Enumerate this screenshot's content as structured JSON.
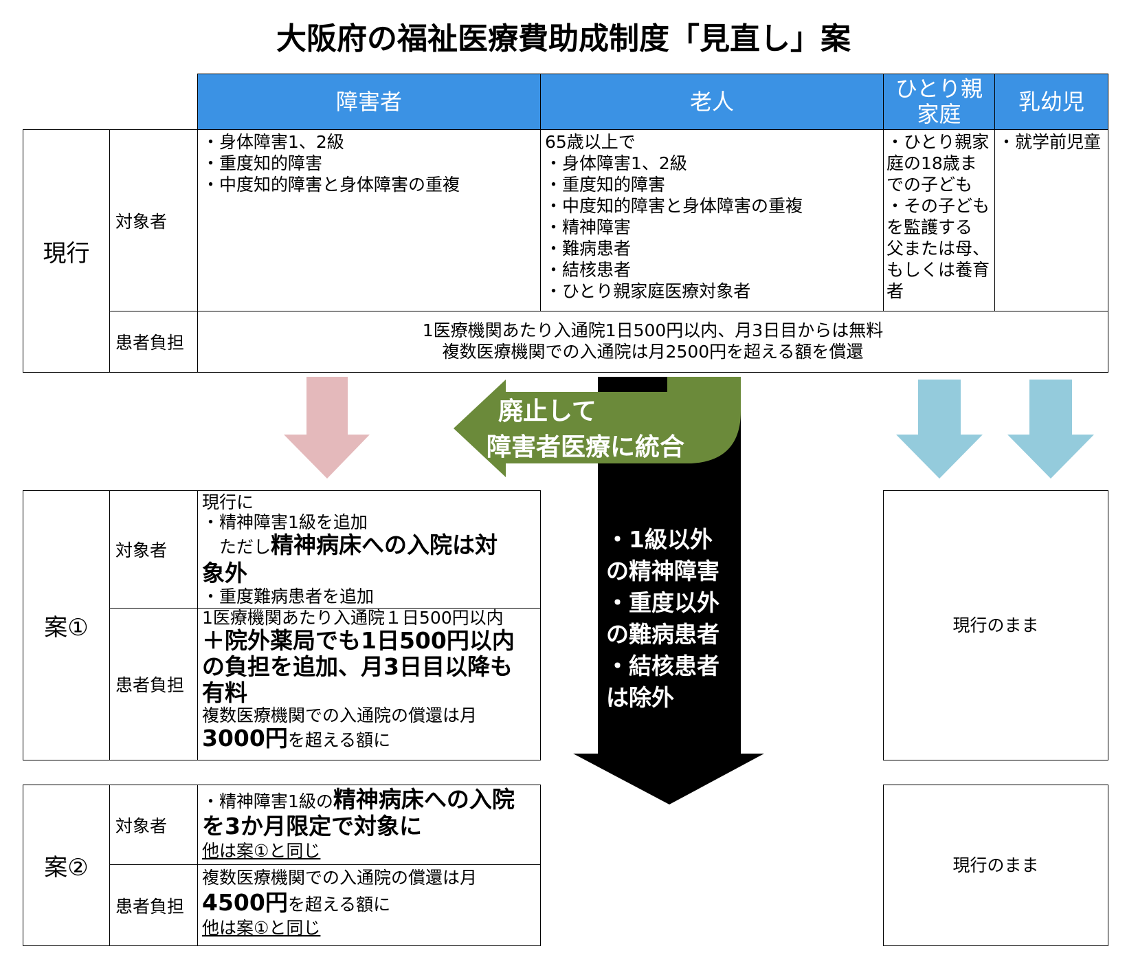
{
  "title": "大阪府の福祉医療費助成制度「見直し」案",
  "headers": {
    "disabled": "障害者",
    "elderly": "老人",
    "single_parent_1": "ひとり親",
    "single_parent_2": "家庭",
    "infant": "乳幼児"
  },
  "current": {
    "label": "現行",
    "target_label": "対象者",
    "burden_label": "患者負担",
    "disabled_lines": [
      "・身体障害1、2級",
      "・重度知的障害",
      "・中度知的障害と身体障害の重複"
    ],
    "elderly_lines": [
      "65歳以上で",
      "・身体障害1、2級",
      "・重度知的障害",
      "・中度知的障害と身体障害の重複",
      "・精神障害",
      "・難病患者",
      "・結核患者",
      "・ひとり親家庭医療対象者"
    ],
    "single_parent_lines": [
      "・ひとり親家",
      "庭の18歳ま",
      "での子ども",
      "・その子ども",
      "を監護する",
      "父または母、",
      "もしくは養育",
      "者"
    ],
    "infant_lines": [
      "・就学前児童"
    ],
    "burden_line1": "1医療機関あたり入通院1日500円以内、月3日目からは無料",
    "burden_line2": "複数医療機関での入通院は月2500円を超える額を償還"
  },
  "arrows": {
    "merge_line1": "廃止して",
    "merge_line2": "障害者医療に統合",
    "exclude_lines": [
      "・1級以外",
      "の精神障害",
      "・重度以外",
      "の難病患者",
      "・結核患者",
      "は除外"
    ]
  },
  "plan1": {
    "label": "案①",
    "target_label": "対象者",
    "burden_label": "患者負担",
    "t1": "現行に",
    "t2": "・精神障害1級を追加",
    "t3_prefix": "　ただし",
    "t3_bold": "精神病床への入院は対",
    "t4_bold": "象外",
    "t5": "・重度難病患者を追加",
    "b1": "1医療機関あたり入通院１日500円以内",
    "b2": "＋院外薬局でも1日500円以内",
    "b3": "の負担を追加、月3日目以降も",
    "b4": "有料",
    "b5": "複数医療機関での入通院の償還は月",
    "b6_bold": "3000円",
    "b6_rest": "を超える額に",
    "others": "現行のまま"
  },
  "plan2": {
    "label": "案②",
    "target_label": "対象者",
    "burden_label": "患者負担",
    "t1_prefix": "・精神障害1級の",
    "t1_bold": "精神病床への入院",
    "t2_bold": "を3か月限定で対象に",
    "t3": "他は案①と同じ",
    "b1": "複数医療機関での入通院の償還は月",
    "b2_bold": "4500円",
    "b2_rest": "を超える額に",
    "b3": "他は案①と同じ",
    "others": "現行のまま"
  },
  "colors": {
    "header_blue": "#3b92e4",
    "pink_arrow": "#e4b9bb",
    "green_arrow": "#6b8a3a",
    "blue_arrow": "#94cbdc",
    "black_arrow": "#000000"
  }
}
